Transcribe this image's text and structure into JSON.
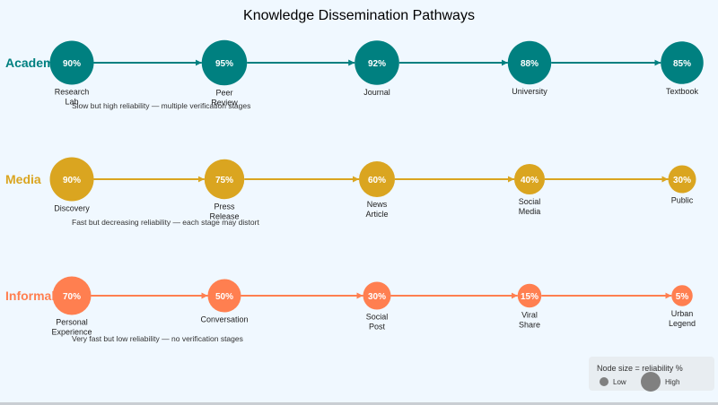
{
  "title": "Knowledge Dissemination Pathways",
  "pathways": [
    {
      "name": "Academic",
      "color": "#008080",
      "description": "Slow but high reliability — multiple verification stages",
      "nodes": [
        {
          "label": [
            "Research",
            "Lab"
          ],
          "reliability": 90
        },
        {
          "label": [
            "Peer",
            "Review"
          ],
          "reliability": 95
        },
        {
          "label": [
            "Journal"
          ],
          "reliability": 92
        },
        {
          "label": [
            "University"
          ],
          "reliability": 88
        },
        {
          "label": [
            "Textbook"
          ],
          "reliability": 85
        }
      ]
    },
    {
      "name": "Media",
      "color": "#daa520",
      "description": "Fast but decreasing reliability — each stage may distort",
      "nodes": [
        {
          "label": [
            "Discovery"
          ],
          "reliability": 90
        },
        {
          "label": [
            "Press",
            "Release"
          ],
          "reliability": 75
        },
        {
          "label": [
            "News",
            "Article"
          ],
          "reliability": 60
        },
        {
          "label": [
            "Social",
            "Media"
          ],
          "reliability": 40
        },
        {
          "label": [
            "Public"
          ],
          "reliability": 30
        }
      ]
    },
    {
      "name": "Informal",
      "color": "#ff7f50",
      "description": "Very fast but low reliability — no verification stages",
      "nodes": [
        {
          "label": [
            "Personal",
            "Experience"
          ],
          "reliability": 70
        },
        {
          "label": [
            "Conversation"
          ],
          "reliability": 50
        },
        {
          "label": [
            "Social",
            "Post"
          ],
          "reliability": 30
        },
        {
          "label": [
            "Viral",
            "Share"
          ],
          "reliability": 15
        },
        {
          "label": [
            "Urban",
            "Legend"
          ],
          "reliability": 5
        }
      ]
    }
  ],
  "legend": {
    "title": "Node size = reliability %",
    "low_label": "Low",
    "high_label": "High",
    "color": "#808080"
  }
}
